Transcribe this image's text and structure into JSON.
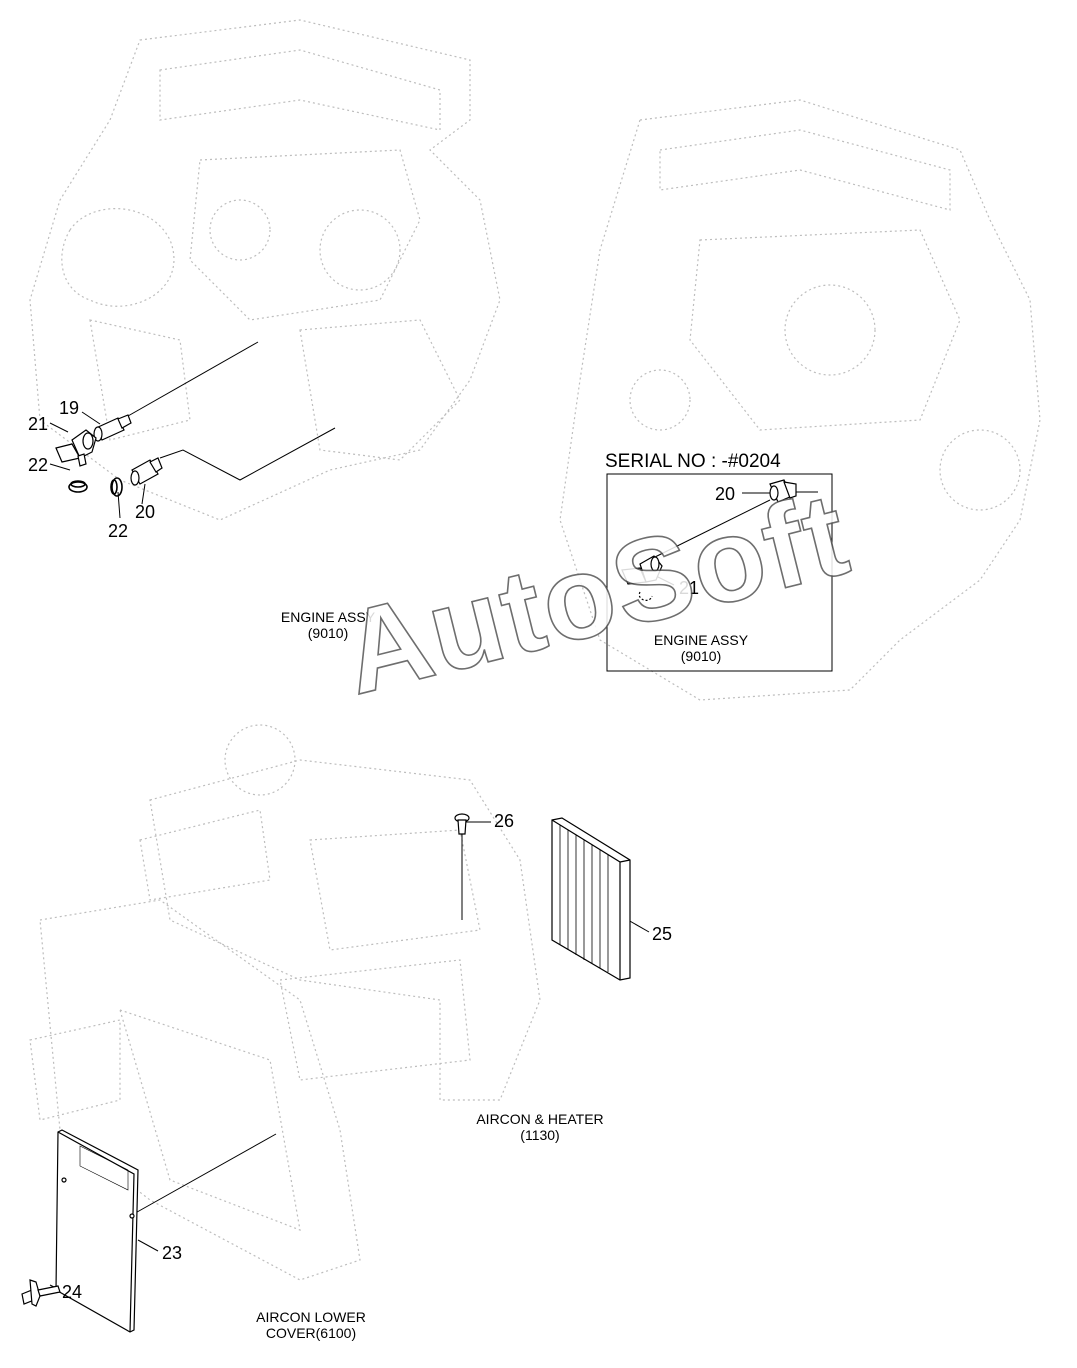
{
  "callouts": [
    "19",
    "21",
    "22",
    "22",
    "20",
    "20",
    "21",
    "26",
    "25",
    "23",
    "24"
  ],
  "captions": {
    "engine_assy_left": [
      "ENGINE ASSY",
      "(9010)"
    ],
    "engine_assy_inset": [
      "ENGINE ASSY",
      "(9010)"
    ],
    "aircon_heater": [
      "AIRCON & HEATER",
      "(1130)"
    ],
    "aircon_lower_cover": [
      "AIRCON LOWER",
      "COVER(6100)"
    ]
  },
  "inset": {
    "title": "SERIAL NO : -#0204"
  },
  "watermark": "AutoSoft",
  "colors": {
    "line": "#000000",
    "ghost": "#b8b8b8",
    "background": "#ffffff"
  }
}
